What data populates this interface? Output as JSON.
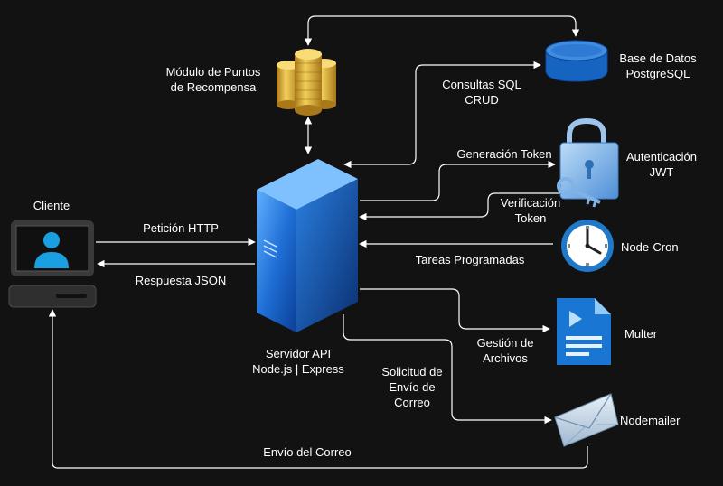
{
  "nodes": {
    "client": "Cliente",
    "rewards": "Módulo de Puntos\nde Recompensa",
    "database": "Base de Datos\nPostgreSQL",
    "auth": "Autenticación\nJWT",
    "cron": "Node-Cron",
    "multer": "Multer",
    "mailer": "Nodemailer",
    "server": "Servidor API\nNode.js | Express"
  },
  "edges": {
    "http_request": "Petición HTTP",
    "json_response": "Respuesta JSON",
    "sql": "Consultas SQL\nCRUD",
    "token_gen": "Generación Token",
    "token_verify": "Verificación\nToken",
    "scheduled": "Tareas Programadas",
    "file_mgmt": "Gestión de\nArchivos",
    "mail_request": "Solicitud de\nEnvío de\nCorreo",
    "mail_sent": "Envío del Correo"
  },
  "colors": {
    "background": "#121212",
    "line": "#ffffff",
    "server_blue": "#1f6fd6",
    "monitor_screen": "#1aa0e0",
    "database_blue": "#1565c0",
    "document_blue": "#1976d2",
    "gold": "#d9a520",
    "lock_blue": "#7fb3e8"
  }
}
